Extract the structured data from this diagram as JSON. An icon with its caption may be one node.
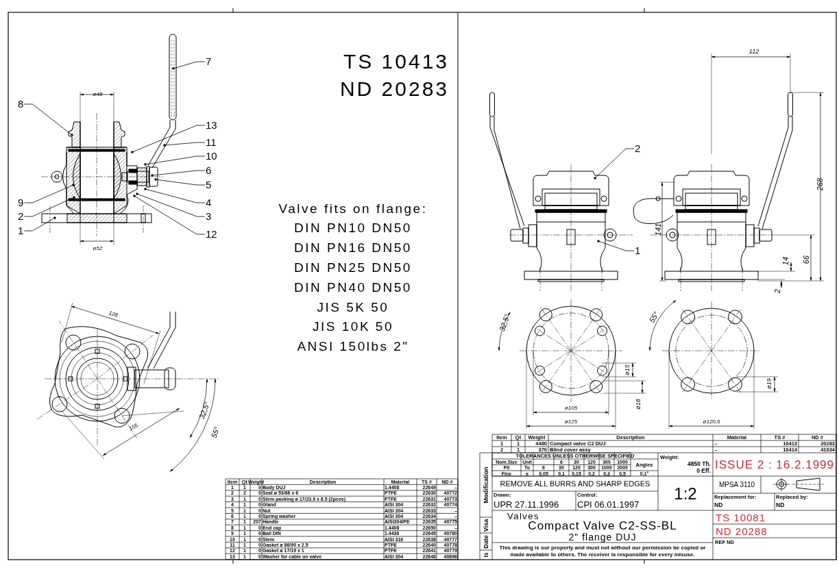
{
  "diagram": {
    "nodes": [
      {
        "text": [
          "7"
        ]
      },
      {
        "text": [
          "8"
        ]
      },
      {
        "text": [
          "13"
        ]
      },
      {
        "text": [
          "11"
        ]
      },
      {
        "text": [
          "10"
        ]
      },
      {
        "text": [
          "6"
        ]
      },
      {
        "text": [
          "5"
        ]
      },
      {
        "text": [
          "9"
        ]
      },
      {
        "text": [
          "4"
        ]
      },
      {
        "text": [
          "2"
        ]
      },
      {
        "text": [
          "3"
        ]
      },
      {
        "text": [
          "1"
        ]
      },
      {
        "text": [
          "12"
        ]
      },
      {
        "text": [
          "2"
        ]
      },
      {
        "text": [
          "1"
        ]
      }
    ],
    "edges": [
      {
        "from": 0,
        "to": null,
        "arrow": "other"
      },
      {
        "from": 1,
        "to": null,
        "arrow": "other"
      },
      {
        "from": 2,
        "to": null,
        "arrow": "other"
      },
      {
        "from": 3,
        "to": null,
        "arrow": "other"
      },
      {
        "from": 4,
        "to": null,
        "arrow": "other"
      },
      {
        "from": 5,
        "to": null,
        "arrow": "other"
      },
      {
        "from": 6,
        "to": null,
        "arrow": "other"
      },
      {
        "from": 7,
        "to": null,
        "arrow": "other"
      },
      {
        "from": 8,
        "to": null,
        "arrow": "other"
      },
      {
        "from": 9,
        "to": null,
        "arrow": "other"
      },
      {
        "from": 10,
        "to": null,
        "arrow": "other"
      },
      {
        "from": 11,
        "to": null,
        "arrow": "other"
      },
      {
        "from": 12,
        "to": null,
        "arrow": "other"
      },
      {
        "from": 13,
        "to": null,
        "arrow": "other"
      },
      {
        "from": 14,
        "to": null,
        "arrow": "other"
      }
    ],
    "labels": [
      "TS 10413",
      "ND 20283",
      "Valve fits on flange:",
      "DIN PN10 DN50",
      "DIN PN16 DN50",
      "DIN PN25 DN50",
      "DIN PN40 DN50",
      "JIS 5K 50",
      "JIS 10K 50",
      "ANSI 150lbs 2\"",
      "ø48",
      "ø52",
      "128",
      "155",
      "32,5°",
      "55°",
      "112",
      "268",
      "141",
      "14",
      "66",
      "2",
      "32,5°",
      "ø15",
      "ø18",
      "ø105",
      "ø125",
      "55°",
      "ø19",
      "ø120,6",
      "Item",
      "Qt",
      "Weight",
      "Description",
      "Material",
      "TS #",
      "ND #",
      "1",
      "1",
      "0",
      "Body DUJ",
      "1.4408",
      "22649",
      "–",
      "2",
      "2",
      "0",
      "Seat ø 53/66 x 6",
      "PTFE",
      "22630",
      "40772",
      "3",
      "1",
      "0",
      "Stem packing ø 17/23.9 x 8.5 (2pces)",
      "PTFE",
      "22631",
      "40773",
      "4",
      "1",
      "0",
      "Gland",
      "AISI 304",
      "22632",
      "40774",
      "5",
      "1",
      "0",
      "Nut",
      "AISI 304",
      "22633",
      "–",
      "6",
      "1",
      "0",
      "Spring washer",
      "AISI 304",
      "22634",
      "–",
      "7",
      "1",
      "207",
      "Handle",
      "AISI304/PE",
      "22635",
      "40775",
      "8",
      "1",
      "0",
      "End cap",
      "1.4408",
      "22650",
      "–",
      "9",
      "1",
      "0",
      "Ball DIN",
      "1.4436",
      "22645",
      "40780",
      "10",
      "1",
      "0",
      "Stem",
      "AISI 316",
      "22638",
      "40777",
      "11",
      "1",
      "0",
      "Gasket ø 86/90 x 2.5",
      "PTFE",
      "22640",
      "40778",
      "12",
      "1",
      "0",
      "Gasket ø 17/19 x 1",
      "PTFE",
      "22641",
      "40779",
      "13",
      "1",
      "0",
      "Washer for cable on valve",
      "AISI 304",
      "22648",
      "40896",
      "Item",
      "Qt",
      "Weight",
      "Description",
      "Material",
      "TS #",
      "ND #",
      "1",
      "1",
      "4480",
      "Compact valve C2 DUJ",
      "–",
      "10413",
      "20283",
      "2",
      "1",
      "370",
      "Blind cover assy",
      "–",
      "10414",
      "41034",
      "TOLERANCES UNLESS OTHERWISE SPECIFIED",
      "Nom.Size",
      "Unit",
      "6",
      "30",
      "120",
      "300",
      "1000",
      "Fit",
      "To",
      "6",
      "30",
      "120",
      "300",
      "1000",
      "2000",
      "Angles",
      "Fine",
      "±",
      "0,05",
      "0,1",
      "0,15",
      "0,2",
      "0,3",
      "0,5",
      "0,1°",
      "Weight:",
      "4850 Th.",
      "0 Eff.",
      "ISSUE 2 : 16.2.1999",
      "REMOVE ALL BURRS AND SHARP EDGES",
      "1:2",
      "MPSA 3110",
      "Drawn:",
      "UPR 27.11.1996",
      "Control:",
      "CPI 06.01.1997",
      "Replacement for:",
      "ND",
      "Replaced by:",
      "ND",
      "Valves",
      "Compact Valve C2-SS-BL",
      "2\" flange DUJ",
      "TS 10081",
      "ND 20288",
      "REF ND",
      "This drawing is our property and must not without our permission be copied or made available to others. The receiver is responsible for every misuse.",
      "Modification",
      "Visa",
      "Date",
      "Is"
    ]
  }
}
